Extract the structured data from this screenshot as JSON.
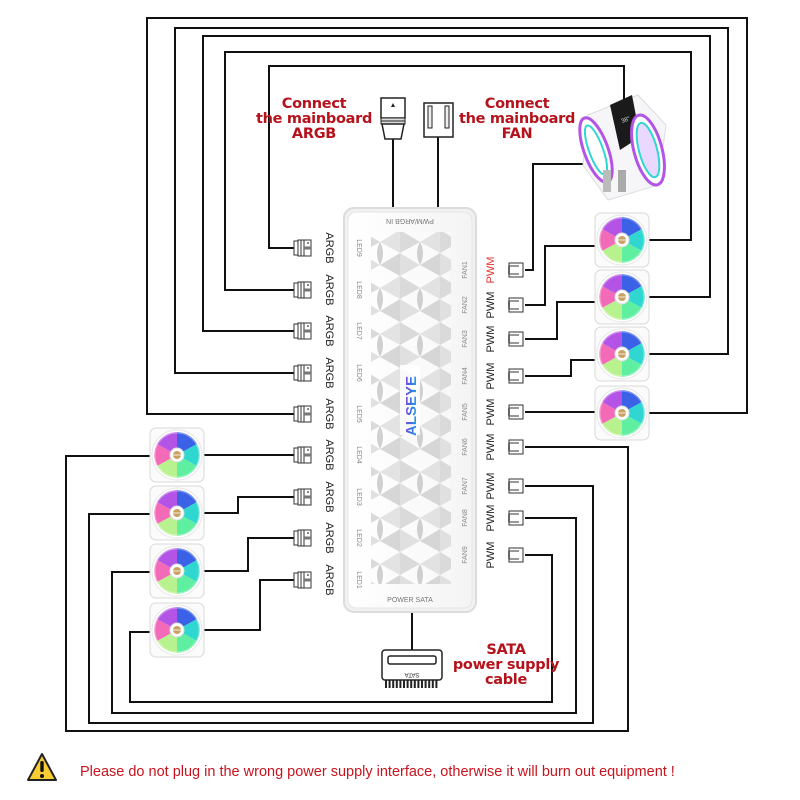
{
  "labels": {
    "argb_in": [
      "Connect",
      "the mainboard",
      "ARGB"
    ],
    "fan_in": [
      "Connect",
      "the mainboard",
      "FAN"
    ],
    "sata": [
      "SATA",
      "power supply",
      "cable"
    ]
  },
  "hub": {
    "top_label": "PWM/ARGB IN",
    "bottom_label": "POWER SATA",
    "brand": "ALSEYE",
    "led_ports": [
      "LED9",
      "LED8",
      "LED7",
      "LED6",
      "LED5",
      "LED4",
      "LED3",
      "LED2",
      "LED1"
    ],
    "fan_ports": [
      "FAN1",
      "FAN2",
      "FAN3",
      "FAN4",
      "FAN5",
      "FAN6",
      "FAN7",
      "FAN8",
      "FAN9"
    ],
    "argb_tag": "ARGB",
    "pwm_tag": "PWM",
    "highlight_pwm_color": "#e0322c"
  },
  "sata_connector_text": "SATA",
  "warning": {
    "icon": "warning-triangle-icon",
    "text": "Please do not plug in the wrong power supply interface, otherwise it will burn out equipment !"
  },
  "colors": {
    "label_red": "#b5121b",
    "wire": "#111111",
    "brand_gradient": [
      "#19c3e8",
      "#3a6fe0",
      "#a23be0"
    ]
  }
}
